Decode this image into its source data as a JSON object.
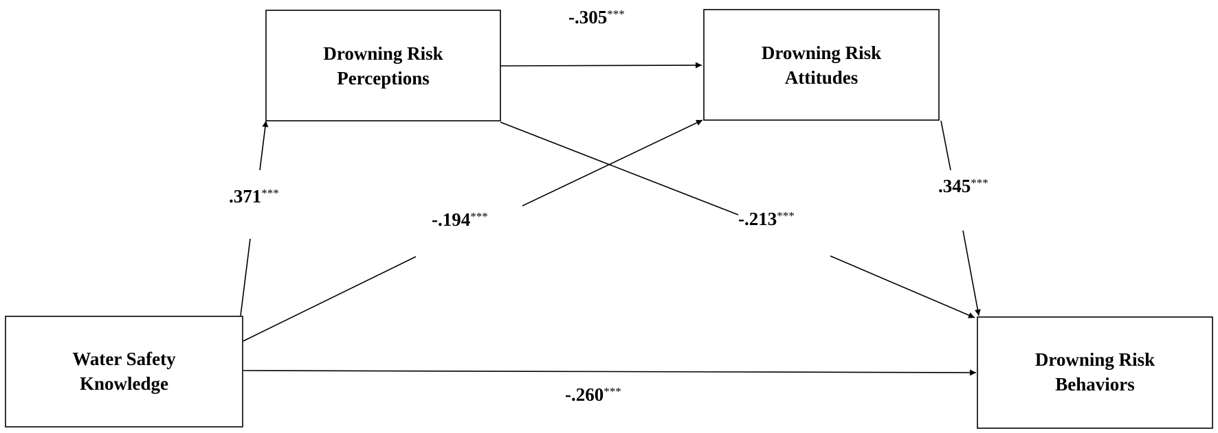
{
  "nodes": {
    "perceptions": {
      "line1": "Drowning Risk",
      "line2": "Perceptions"
    },
    "attitudes": {
      "line1": "Drowning Risk",
      "line2": "Attitudes"
    },
    "knowledge": {
      "line1": "Water Safety",
      "line2": "Knowledge"
    },
    "behaviors": {
      "line1": "Drowning Risk",
      "line2": "Behaviors"
    }
  },
  "paths": {
    "perceptions_to_attitudes": {
      "coef": "-.305",
      "sig": "***"
    },
    "knowledge_to_perceptions": {
      "coef": ".371",
      "sig": "***"
    },
    "knowledge_to_attitudes": {
      "coef": "-.194",
      "sig": "***"
    },
    "perceptions_to_behaviors": {
      "coef": "-.213",
      "sig": "***"
    },
    "attitudes_to_behaviors": {
      "coef": ".345",
      "sig": "***"
    },
    "knowledge_to_behaviors": {
      "coef": "-.260",
      "sig": "***"
    }
  }
}
